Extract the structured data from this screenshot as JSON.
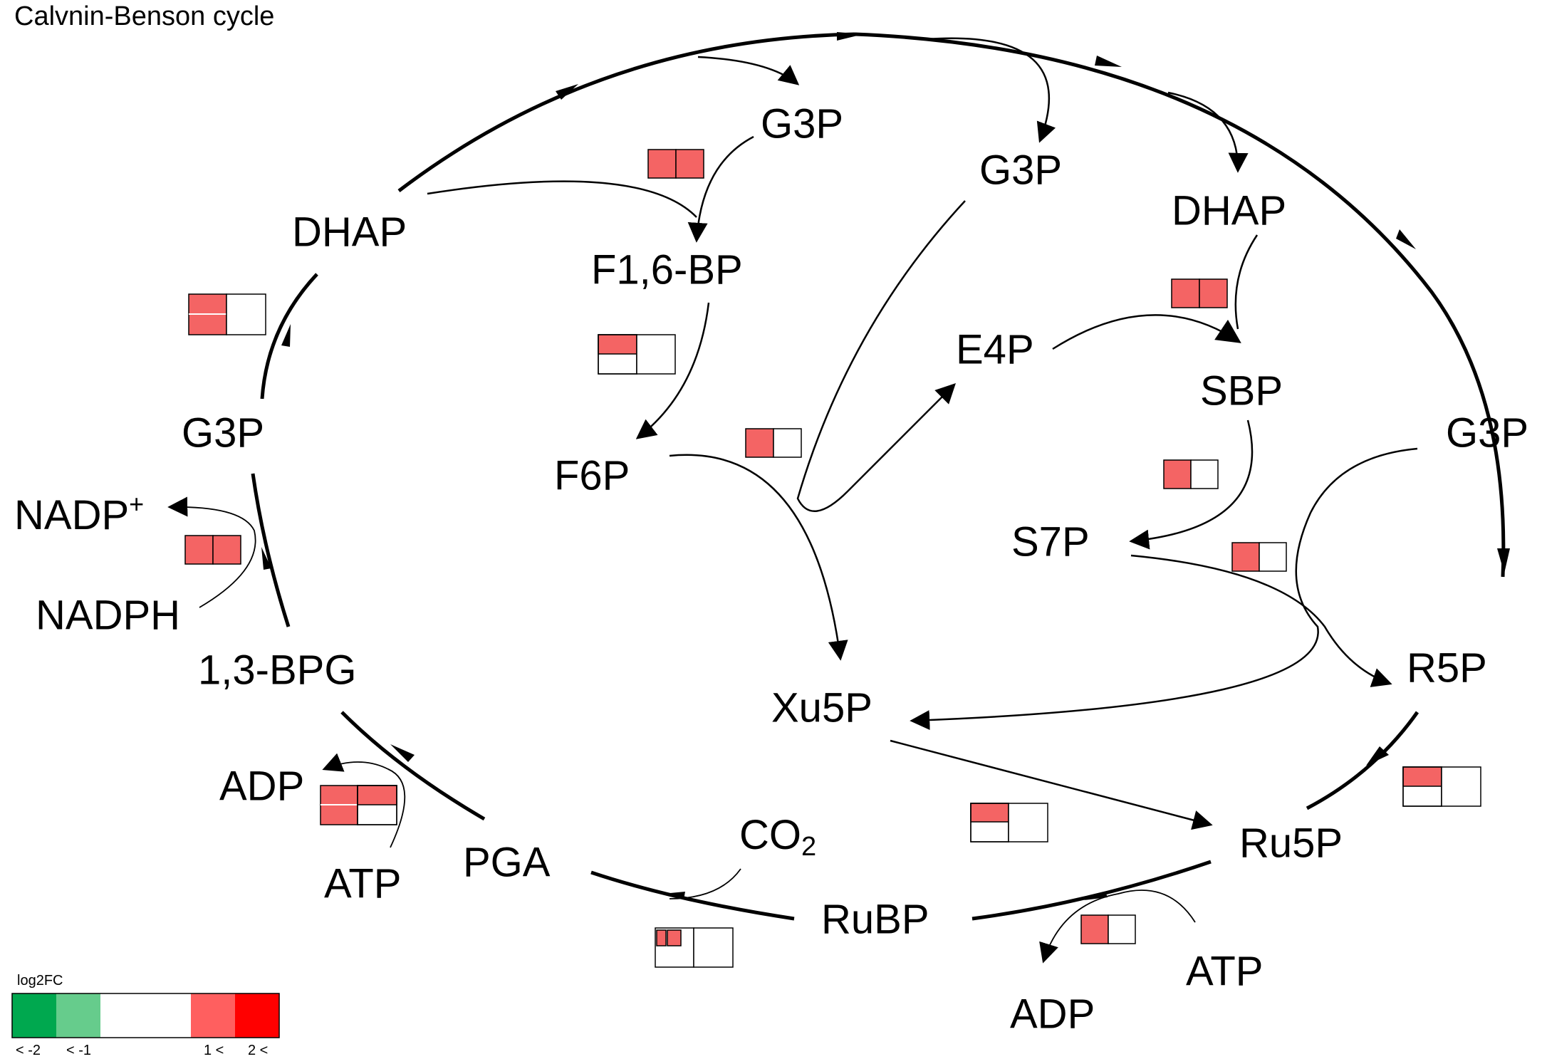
{
  "title": "Calvnin-Benson cycle",
  "metabolites": {
    "dhap_left": "DHAP",
    "g3p_left": "G3P",
    "nadp": "NADP",
    "nadp_sup": "+",
    "nadph": "NADPH",
    "bpg": "1,3-BPG",
    "adp_left": "ADP",
    "atp_left": "ATP",
    "pga": "PGA",
    "co2": "CO",
    "co2_sub": "2",
    "rubp": "RuBP",
    "g3p_top": "G3P",
    "f16bp": "F1,6-BP",
    "f6p": "F6P",
    "g3p_mid": "G3P",
    "e4p": "E4P",
    "dhap_right": "DHAP",
    "sbp": "SBP",
    "s7p": "S7P",
    "g3p_right": "G3P",
    "r5p": "R5P",
    "xu5p": "Xu5P",
    "ru5p": "Ru5P",
    "atp_bottom": "ATP",
    "adp_bottom": "ADP"
  },
  "legend": {
    "title": "log2FC",
    "tick_labels": [
      "< -2",
      "< -1",
      "1 <",
      "2 <"
    ],
    "colors": [
      "#00a84f",
      "#66cc8c",
      "#ffffff",
      "#ff5f5f",
      "#ff0000"
    ]
  },
  "heatmap_colors": {
    "red": "#f46464",
    "white": "#ffffff"
  }
}
